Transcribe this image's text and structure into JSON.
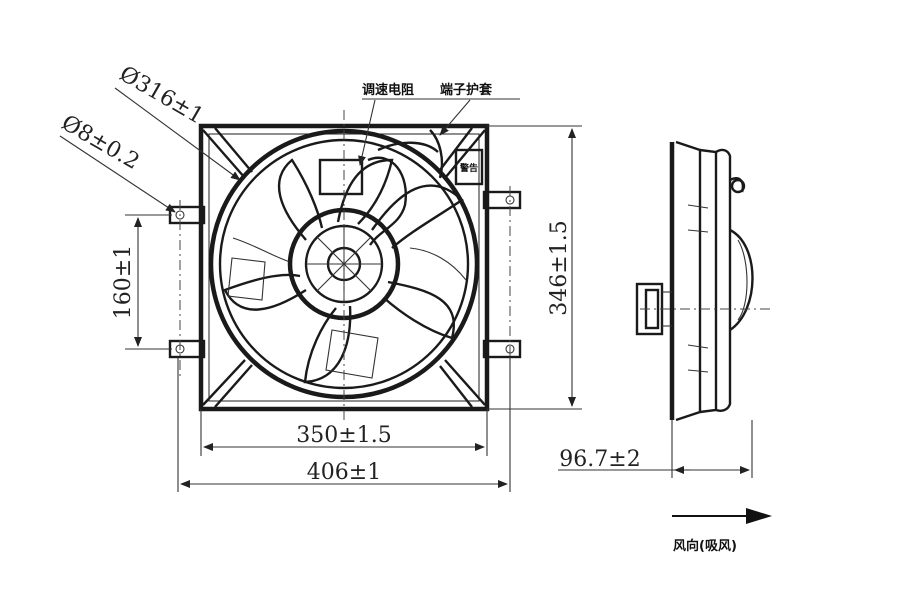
{
  "labels": {
    "speed_resistor": "调速电阻",
    "terminal_sleeve": "端子护套",
    "sticker": "警告",
    "flow_direction": "风向(吸风)"
  },
  "dimensions": {
    "fan_diameter": "Ø316±1",
    "mount_hole": "Ø8±0.2",
    "hole_spacing": "160±1",
    "height": "346±1.5",
    "frame_width": "350±1.5",
    "overall_width": "406±1",
    "depth": "96.7±2"
  }
}
